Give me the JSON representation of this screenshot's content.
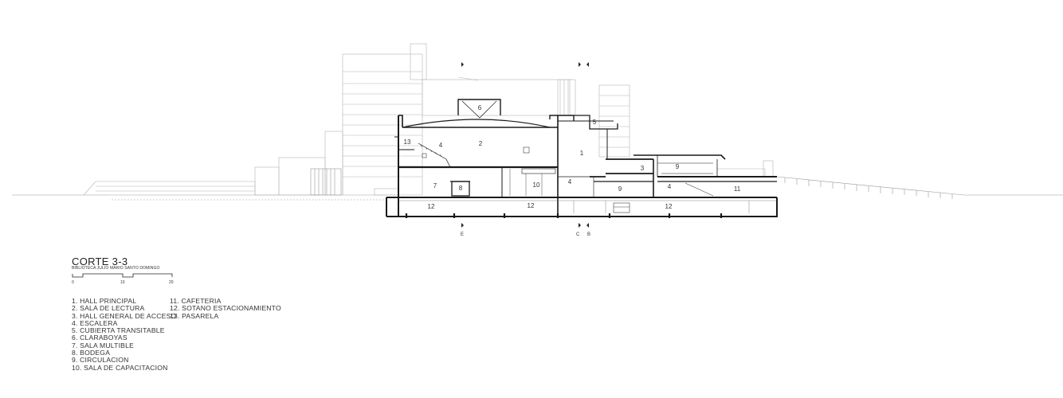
{
  "title": "CORTE 3-3",
  "subtitle": "BIBLIOTECA JULIO MARIO SANTO DOMINGO",
  "scale": {
    "ticks": [
      "0",
      "10",
      "20"
    ]
  },
  "legend": {
    "col1": [
      "1. HALL PRINCIPAL",
      "2. SALA DE LECTURA",
      "3. HALL GENERAL DE ACCESO",
      "4. ESCALERA",
      "5. CUBIERTA TRANSITABLE",
      "6. CLARABOYAS",
      "7. SALA MULTIBLE",
      "8. BODEGA",
      "9. CIRCULACION",
      "10. SALA DE CAPACITACION"
    ],
    "col2": [
      "11. CAFETERIA",
      "12. SOTANO ESTACIONAMIENTO",
      "13. PASARELA"
    ]
  },
  "section_marks": {
    "E": "E",
    "C": "C",
    "B": "B"
  },
  "room_numbers": {
    "r1": "1",
    "r2": "2",
    "r3": "3",
    "r4a": "4",
    "r4b": "4",
    "r4c": "4",
    "r5": "5",
    "r6": "6",
    "r7": "7",
    "r8": "8",
    "r9a": "9",
    "r9b": "9",
    "r10": "10",
    "r11": "11",
    "r12a": "12",
    "r12b": "12",
    "r12c": "12",
    "r13": "13"
  }
}
